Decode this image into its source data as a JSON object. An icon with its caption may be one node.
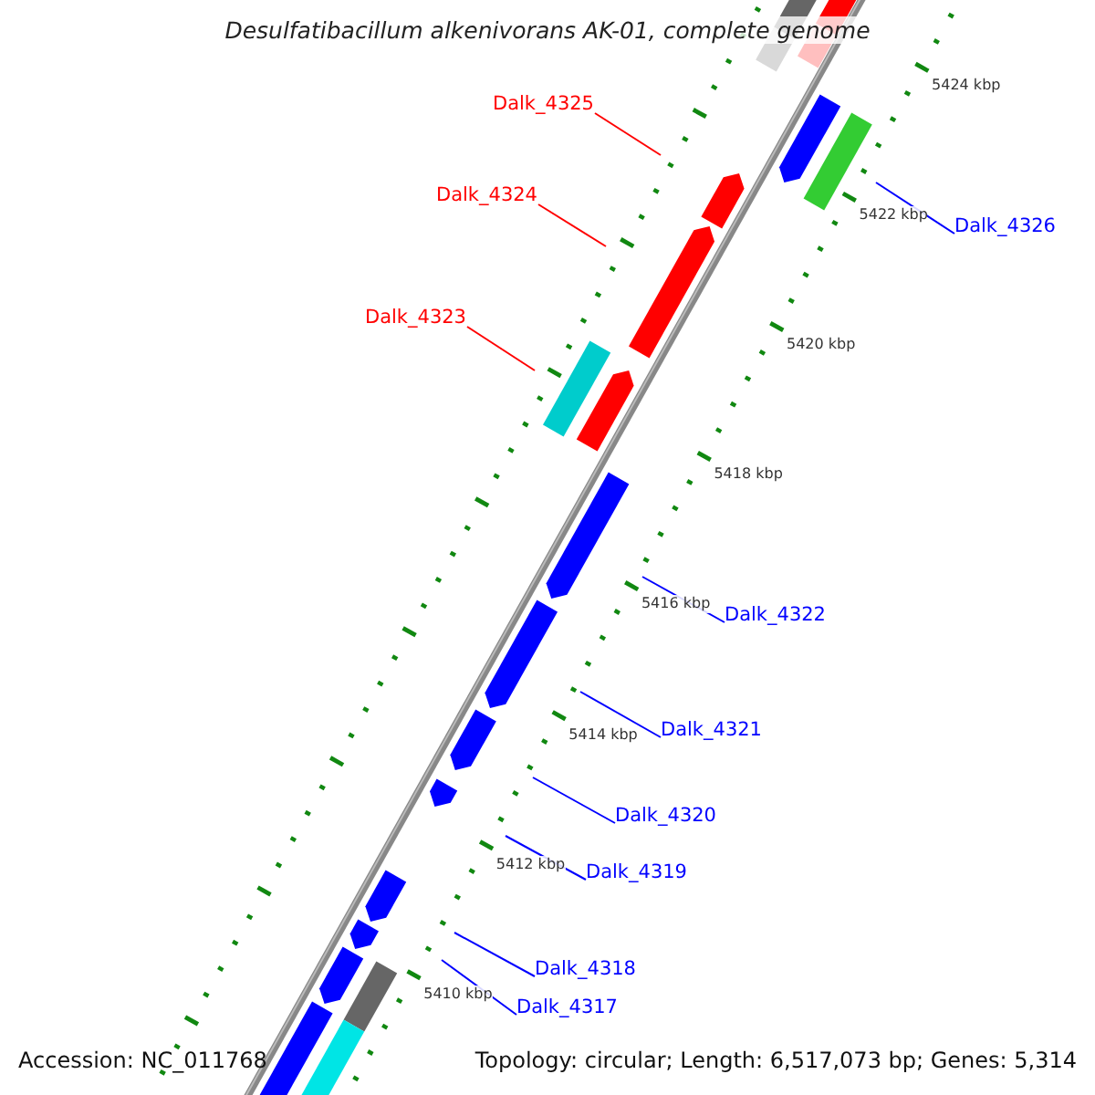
{
  "diagram": {
    "title": "Desulfatibacillum alkenivorans AK-01, complete genome",
    "nodes": [
      {
        "text": [
          "Dalk_4325"
        ]
      },
      {
        "text": [
          "Dalk_4324"
        ]
      },
      {
        "text": [
          "Dalk_4323"
        ]
      },
      {
        "text": [
          "Dalk_4326"
        ]
      },
      {
        "text": [
          "Dalk_4322"
        ]
      },
      {
        "text": [
          "Dalk_4321"
        ]
      },
      {
        "text": [
          "Dalk_4320"
        ]
      },
      {
        "text": [
          "Dalk_4319"
        ]
      },
      {
        "text": [
          "Dalk_4318"
        ]
      },
      {
        "text": [
          "Dalk_4317"
        ]
      }
    ],
    "edges": [
      {
        "from": 0,
        "to": null,
        "arrow": "none",
        "color": "#ff0000"
      },
      {
        "from": 1,
        "to": null,
        "arrow": "none",
        "color": "#ff0000"
      },
      {
        "from": 2,
        "to": null,
        "arrow": "none",
        "color": "#ff0000"
      },
      {
        "from": 3,
        "to": null,
        "arrow": "none"
      },
      {
        "from": 4,
        "to": null,
        "arrow": "none"
      },
      {
        "from": 5,
        "to": null,
        "arrow": "none"
      },
      {
        "from": 6,
        "to": null,
        "arrow": "none"
      },
      {
        "from": 7,
        "to": null,
        "arrow": "none"
      },
      {
        "from": 8,
        "to": null,
        "arrow": "none"
      },
      {
        "from": 9,
        "to": null,
        "arrow": "none"
      }
    ],
    "labels": [
      "5424 kbp",
      "5422 kbp",
      "5420 kbp",
      "5418 kbp",
      "5416 kbp",
      "5414 kbp",
      "5412 kbp",
      "5410 kbp",
      "Accession: NC_011768",
      "Topology: circular; Length: 6,517,073 bp; Genes: 5,314"
    ]
  }
}
